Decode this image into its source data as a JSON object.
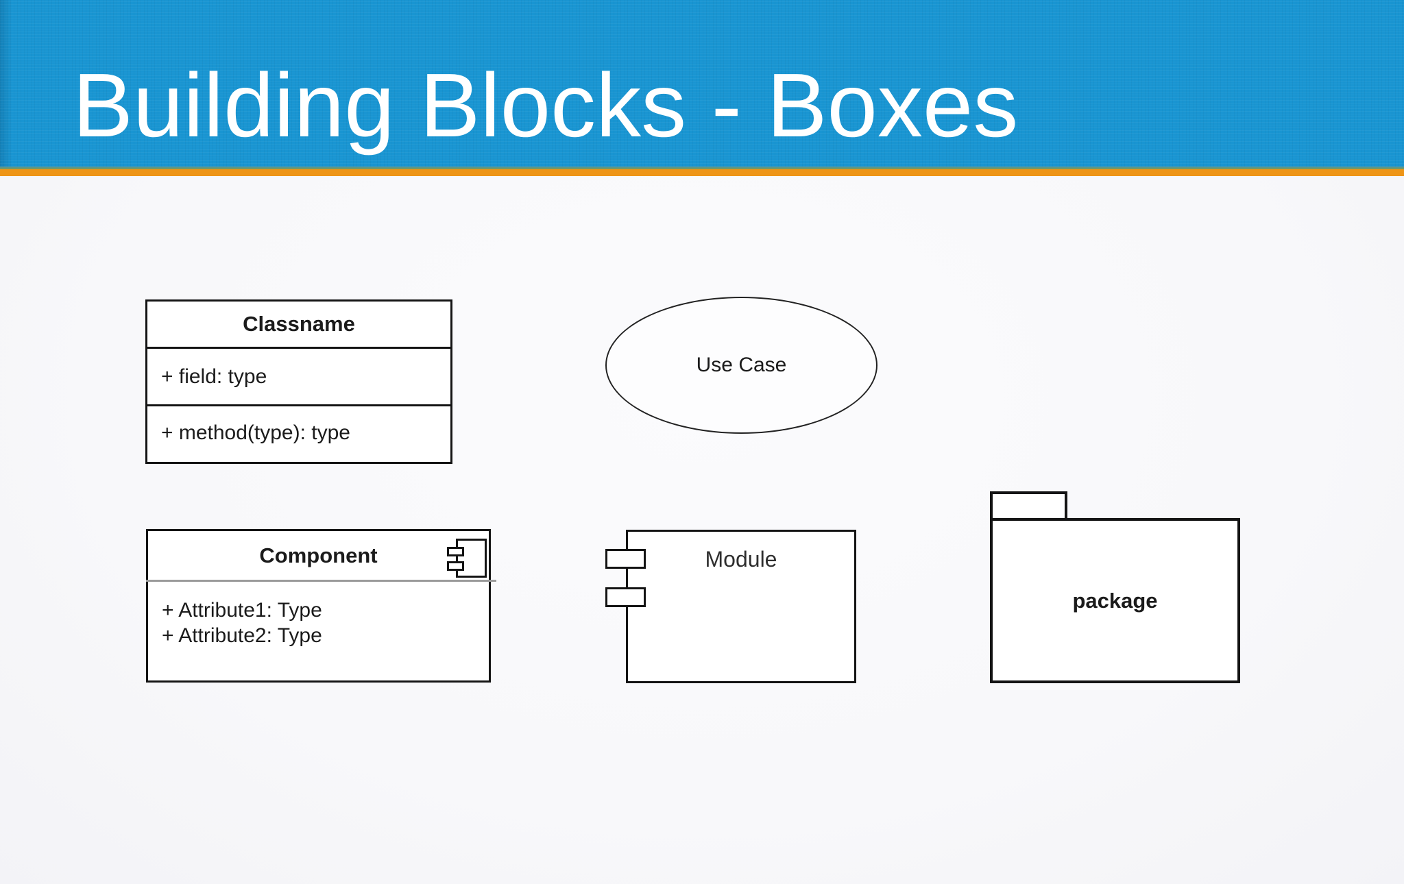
{
  "slide": {
    "title": "Building Blocks - Boxes"
  },
  "colors": {
    "header_background": "#1995d2",
    "accent_bar": "#ee9517",
    "slide_background": "#f8f8fa",
    "shape_outline": "#141414",
    "component_divider": "#9b9b9b",
    "title_text": "#ffffff"
  },
  "shapes": {
    "class_box": {
      "name": "Classname",
      "sections": [
        "+ field: type",
        "+ method(type): type"
      ]
    },
    "use_case": {
      "label": "Use Case"
    },
    "component_box": {
      "name": "Component",
      "icon": "component-icon",
      "attributes": [
        "+ Attribute1: Type",
        "+ Attribute2: Type"
      ]
    },
    "module_box": {
      "label": "Module",
      "icon": "module-ports-icon"
    },
    "package": {
      "label": "package"
    }
  }
}
